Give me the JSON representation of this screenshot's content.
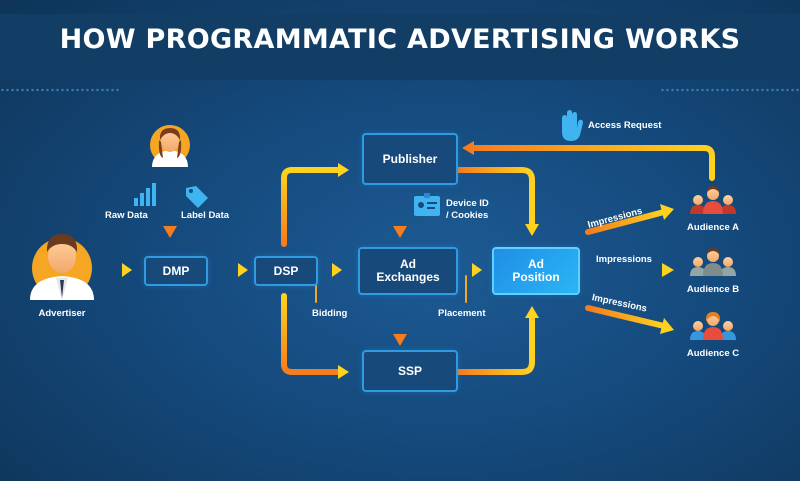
{
  "title": "HOW PROGRAMMATIC ADVERTISING WORKS",
  "nodes": {
    "dmp": "DMP",
    "dsp": "DSP",
    "publisher": "Publisher",
    "ad_exchanges": "Ad\nExchanges",
    "ssp": "SSP",
    "ad_position": "Ad\nPosition"
  },
  "labels": {
    "advertiser": "Advertiser",
    "raw_data": "Raw Data",
    "label_data": "Label Data",
    "device_id": "Device ID\n/ Cookies",
    "bidding": "Bidding",
    "placement": "Placement",
    "access_request": "Access Request",
    "audience_a": "Audience A",
    "audience_b": "Audience B",
    "audience_c": "Audience C",
    "impressions_a": "Impressions",
    "impressions_b": "Impressions",
    "impressions_c": "Impressions"
  },
  "colors": {
    "arrow_start": "#f57c1f",
    "arrow_end": "#ffd21e",
    "box_border": "#2f9be0",
    "highlight": "#2bb5f5"
  },
  "icons": [
    "advertiser-avatar",
    "data-person-avatar",
    "bar-chart-icon",
    "tag-icon",
    "id-card-icon",
    "hand-icon",
    "audience-group-icon"
  ]
}
